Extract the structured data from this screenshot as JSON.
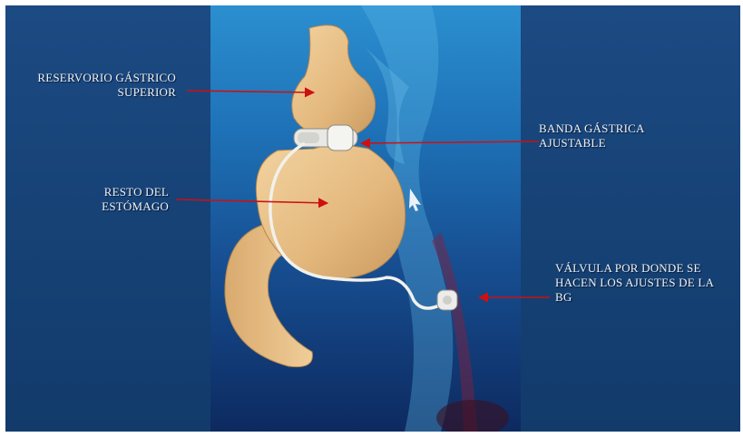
{
  "labels": {
    "reservorio": {
      "line1": "RESERVORIO GÁSTRICO",
      "line2": "SUPERIOR"
    },
    "banda": {
      "line1": "BANDA GÁSTRICA",
      "line2": "AJUSTABLE"
    },
    "resto": {
      "line1": "RESTO DEL",
      "line2": "ESTÓMAGO"
    },
    "valvula": {
      "line1": "VÁLVULA POR DONDE SE",
      "line2": "HACEN LOS AJUSTES DE LA",
      "line3": "BG"
    }
  },
  "colors": {
    "background": "#123a6c",
    "label_text": "#f2f2f2",
    "arrow": "#cc1111",
    "stomach": "#e9c48c"
  },
  "icons": {
    "arrow": "red-arrow-icon",
    "band": "adjustable-band-icon",
    "valve": "port-valve-icon"
  }
}
